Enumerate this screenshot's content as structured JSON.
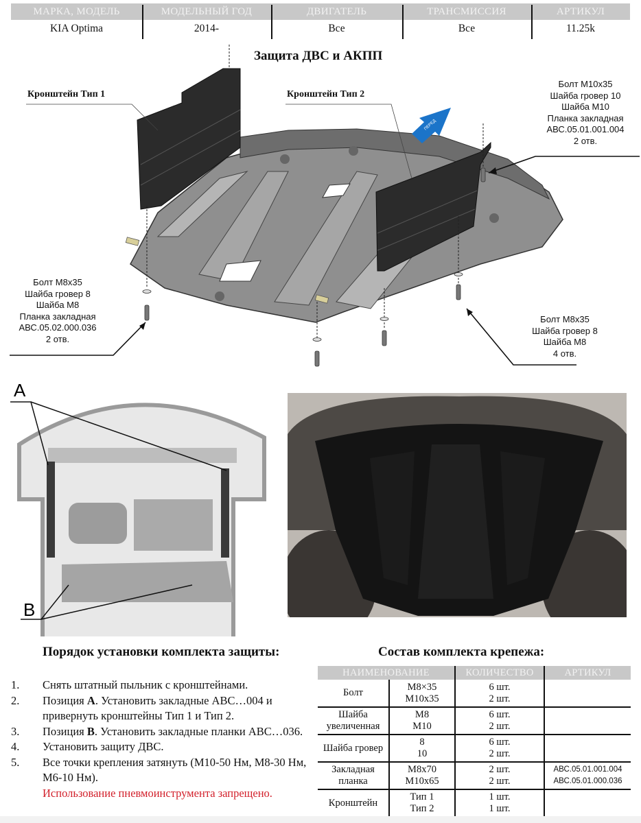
{
  "header": {
    "columns": [
      "МАРКА, МОДЕЛЬ",
      "МОДЕЛЬНЫЙ ГОД",
      "ДВИГАТЕЛЬ",
      "ТРАНСМИССИЯ",
      "АРТИКУЛ"
    ],
    "values": [
      "KIA Optima",
      "2014-",
      "Все",
      "Все",
      "11.25k"
    ]
  },
  "diagram": {
    "title": "Защита ДВС и АКПП",
    "bracket_type1_label": "Кронштейн Тип 1",
    "bracket_type2_label": "Кронштейн Тип 2",
    "front_arrow_label": "ПЕРЕД",
    "front_arrow_color": "#1b74c9",
    "callout_right_top": [
      "Болт М10х35",
      "Шайба гровер  10",
      "Шайба М10",
      "Планка закладная",
      "АВС.05.01.001.004",
      "2 отв."
    ],
    "callout_left_bottom": [
      "Болт М8х35",
      "Шайба гровер  8",
      "Шайба М8",
      "Планка закладная",
      "АВС.05.02.000.036",
      "2 отв."
    ],
    "callout_right_bottom": [
      "Болт М8х35",
      "Шайба гровер  8",
      "Шайба М8",
      "4 отв."
    ]
  },
  "position_photo": {
    "label_a": "A",
    "label_b": "B"
  },
  "installation": {
    "title": "Порядок установки комплекта защиты:",
    "steps": [
      {
        "num": "1.",
        "text": "Снять штатный пыльник с кронштейнами."
      },
      {
        "num": "2.",
        "pre": "Позиция ",
        "bold": "А",
        "post": ". Установить закладные АВС…004 и привернуть кронштейны Тип 1 и Тип 2."
      },
      {
        "num": "3.",
        "pre": "Позиция ",
        "bold": "В",
        "post": ". Установить закладные планки АВС…036."
      },
      {
        "num": "4.",
        "text": "Установить защиту ДВС."
      },
      {
        "num": "5.",
        "text": "Все точки крепления затянуть (М10-50 Нм, М8-30 Нм, М6-10 Нм)."
      }
    ],
    "warning": "Использование пневмоинструмента запрещено.",
    "warning_color": "#d21f2a"
  },
  "kit": {
    "title": "Состав комплекта крепежа:",
    "columns": [
      "НАИМЕНОВАНИЕ",
      "КОЛИЧЕСТВО",
      "АРТИКУЛ"
    ],
    "rows": [
      {
        "name": "Болт",
        "sizes": [
          "М8×35",
          "М10х35"
        ],
        "qty": [
          "6 шт.",
          "2 шт."
        ],
        "art": [
          "",
          ""
        ]
      },
      {
        "name": "Шайба увеличенная",
        "sizes": [
          "М8",
          "М10"
        ],
        "qty": [
          "6 шт.",
          "2 шт."
        ],
        "art": [
          "",
          ""
        ]
      },
      {
        "name": "Шайба гровер",
        "sizes": [
          "8",
          "10"
        ],
        "qty": [
          "6 шт.",
          "2 шт."
        ],
        "art": [
          "",
          ""
        ]
      },
      {
        "name": "Закладная планка",
        "sizes": [
          "М8х70",
          "М10х65"
        ],
        "qty": [
          "2 шт.",
          "2 шт."
        ],
        "art": [
          "АВС.05.01.001.004",
          "АВС.05.01.000.036"
        ]
      },
      {
        "name": "Кронштейн",
        "sizes": [
          "Тип 1",
          "Тип 2"
        ],
        "qty": [
          "1 шт.",
          "1 шт."
        ],
        "art": [
          "",
          ""
        ]
      }
    ]
  }
}
